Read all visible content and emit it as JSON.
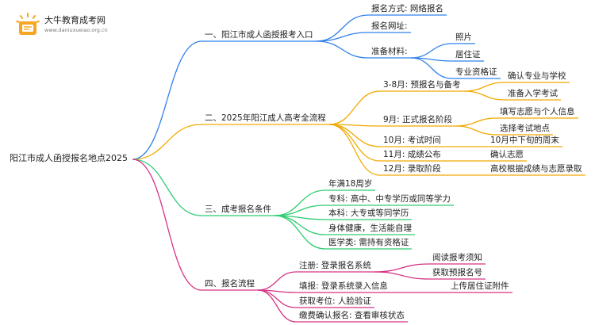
{
  "header": {
    "brand_name": "大牛教育成考网",
    "brand_url": "www.daniuxueiao.org.cn"
  },
  "colors": {
    "root": "#222222",
    "branch1": "#2f80ed",
    "branch2": "#f2a900",
    "branch3": "#2ecc71",
    "branch4": "#d63384"
  },
  "mindmap": {
    "root": "阳江市成人函授报名地点2025",
    "branches": [
      {
        "label": "一、阳江市成人函授报考入口",
        "children": [
          {
            "label": "报名方式: 网络报名",
            "children": []
          },
          {
            "label": "报名网址:",
            "children": []
          },
          {
            "label": "准备材料:",
            "children": [
              {
                "label": "照片"
              },
              {
                "label": "居住证"
              },
              {
                "label": "专业资格证"
              }
            ]
          }
        ]
      },
      {
        "label": "二、2025年阳江成人高考全流程",
        "children": [
          {
            "label": "3-8月: 预报名与备考",
            "children": [
              {
                "label": "确认专业与学校"
              },
              {
                "label": "准备入学考试"
              }
            ]
          },
          {
            "label": "9月: 正式报名阶段",
            "children": [
              {
                "label": "填写志愿与个人信息"
              },
              {
                "label": "选择考试地点"
              }
            ]
          },
          {
            "label": "10月: 考试时间",
            "children": [
              {
                "label": "10月中下旬的周末"
              }
            ]
          },
          {
            "label": "11月: 成绩公布",
            "children": [
              {
                "label": "确认志愿"
              }
            ]
          },
          {
            "label": "12月: 录取阶段",
            "children": [
              {
                "label": "高校根据成绩与志愿录取"
              }
            ]
          }
        ]
      },
      {
        "label": "三、成考报名条件",
        "children": [
          {
            "label": "年满18周岁",
            "children": []
          },
          {
            "label": "专科: 高中、中专学历或同等学力",
            "children": []
          },
          {
            "label": "本科: 大专或等同学历",
            "children": []
          },
          {
            "label": "身体健康，生活能自理",
            "children": []
          },
          {
            "label": "医学类: 需持有资格证",
            "children": []
          }
        ]
      },
      {
        "label": "四、报名流程",
        "children": [
          {
            "label": "注册: 登录报名系统",
            "children": [
              {
                "label": "阅读报考须知"
              },
              {
                "label": "获取预报名号"
              }
            ]
          },
          {
            "label": "填报: 登录系统录入信息",
            "children": [
              {
                "label": "上传居住证附件"
              }
            ]
          },
          {
            "label": "获取考位: 人脸验证",
            "children": []
          },
          {
            "label": "缴费确认报名: 查看审核状态",
            "children": []
          }
        ]
      }
    ]
  }
}
